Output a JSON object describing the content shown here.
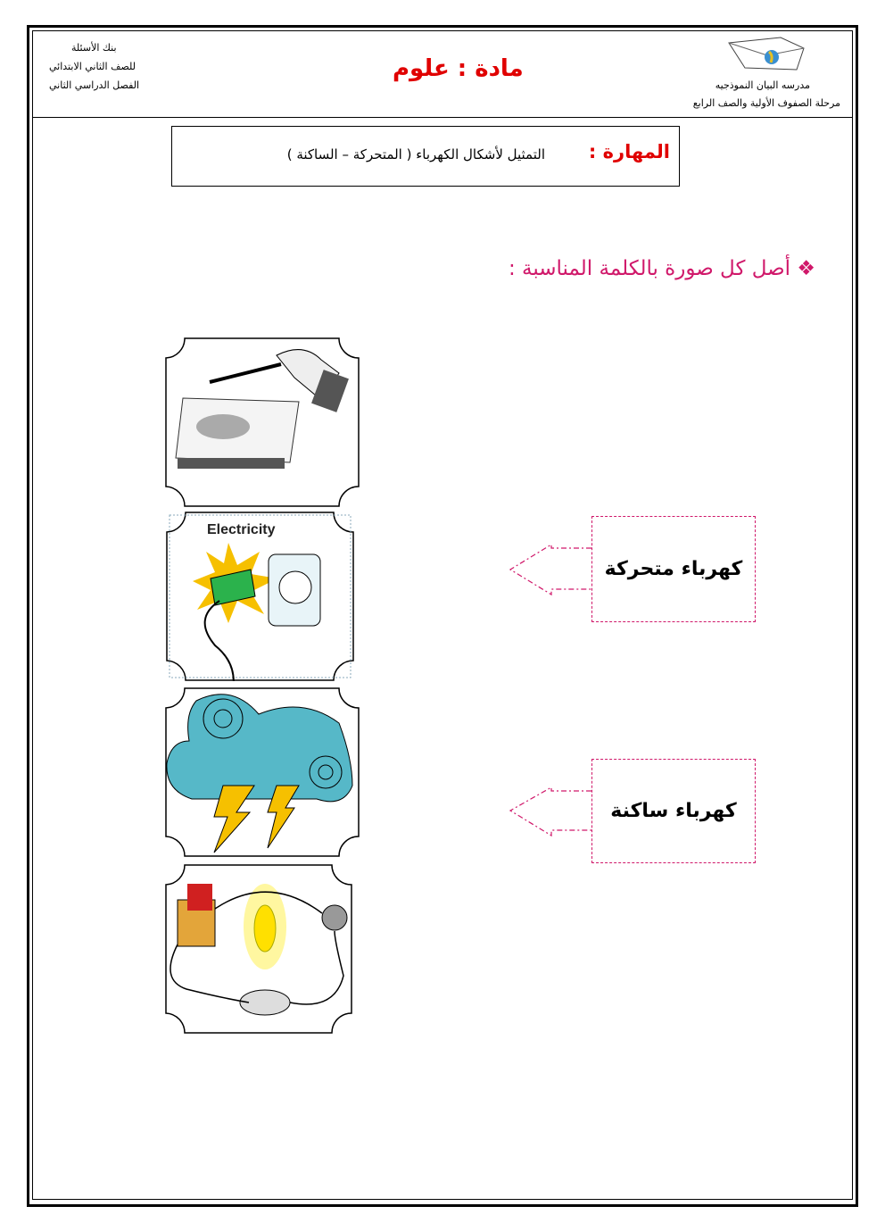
{
  "header": {
    "left_lines": [
      "بنك الأسئلة",
      "للصف الثاني الابتدائي",
      "الفصل الدراسي الثاني"
    ],
    "subject": "مادة : علوم",
    "school_name": "مدرسه البيان النموذجيه",
    "school_stage": "مرحلة الصفوف الأولية والصف الرابع"
  },
  "skill": {
    "label": "المهارة :",
    "text": "التمثيل لأشكال الكهرباء ( المتحركة – الساكنة )"
  },
  "instruction": "❖  أصل كل صورة بالكلمة المناسبة :",
  "images": [
    {
      "name": "hand-rubbing-comb-paper"
    },
    {
      "name": "electricity-plug",
      "caption": "Electricity"
    },
    {
      "name": "cloud-lightning"
    },
    {
      "name": "battery-bulb-circuit"
    }
  ],
  "answers": [
    "كهرباء متحركة",
    "كهرباء ساكنة"
  ],
  "colors": {
    "accent": "#d0186a",
    "subject": "#e00000"
  }
}
